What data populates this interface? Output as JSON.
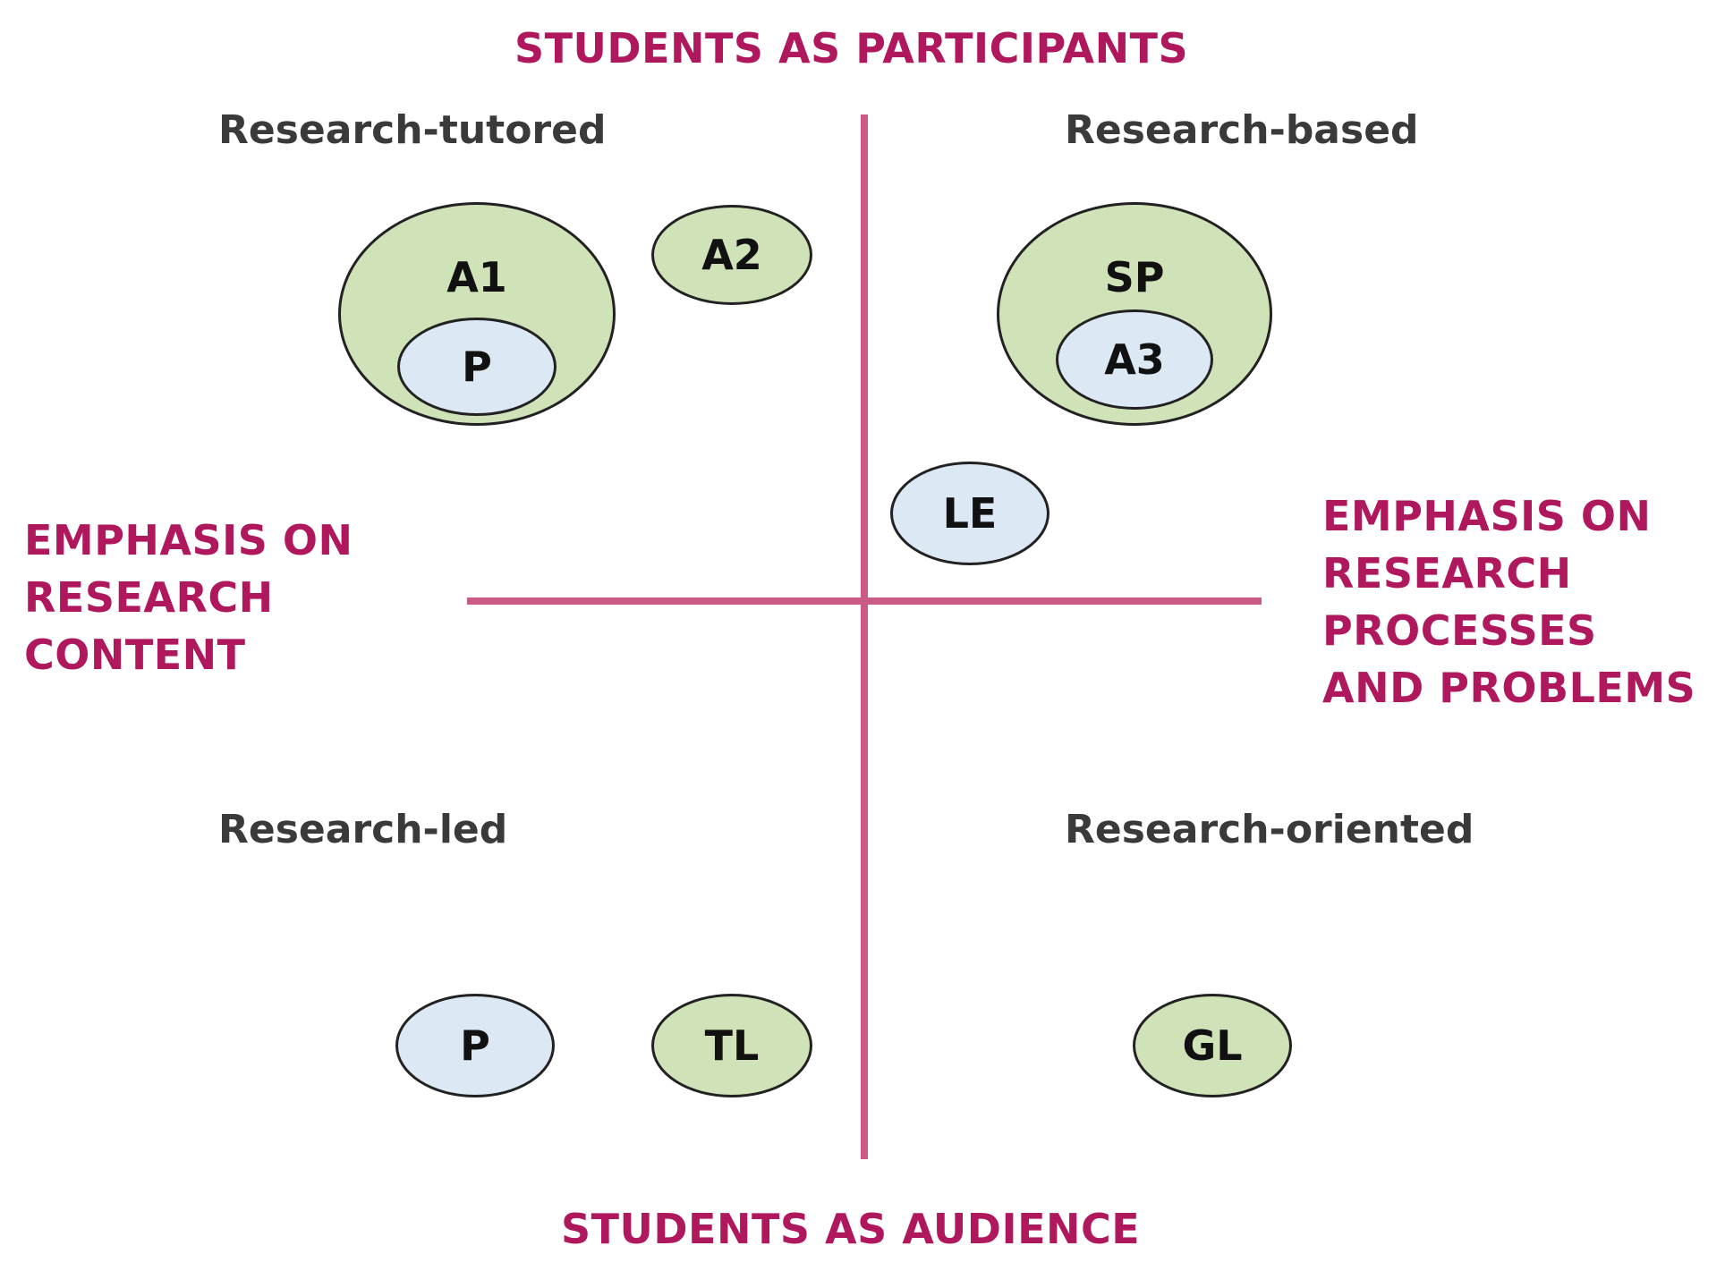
{
  "poles": {
    "top": "STUDENTS AS PARTICIPANTS",
    "bottom": "STUDENTS AS AUDIENCE",
    "left": [
      "EMPHASIS ON",
      "RESEARCH",
      "CONTENT"
    ],
    "right": [
      "EMPHASIS ON",
      "RESEARCH",
      "PROCESSES",
      "AND PROBLEMS"
    ]
  },
  "quadrants": {
    "top_left": "Research-tutored",
    "top_right": "Research-based",
    "bottom_left": "Research-led",
    "bottom_right": "Research-oriented"
  },
  "ellipses": {
    "a1": "A1",
    "p_inner": "P",
    "a2": "A2",
    "sp": "SP",
    "a3": "A3",
    "le": "LE",
    "p_bottom": "P",
    "tl": "TL",
    "gl": "GL"
  },
  "colors": {
    "accent": "#b0185d",
    "axis": "#c95b86",
    "green_fill": "#cfe2b8",
    "blue_fill": "#dce8f4"
  }
}
